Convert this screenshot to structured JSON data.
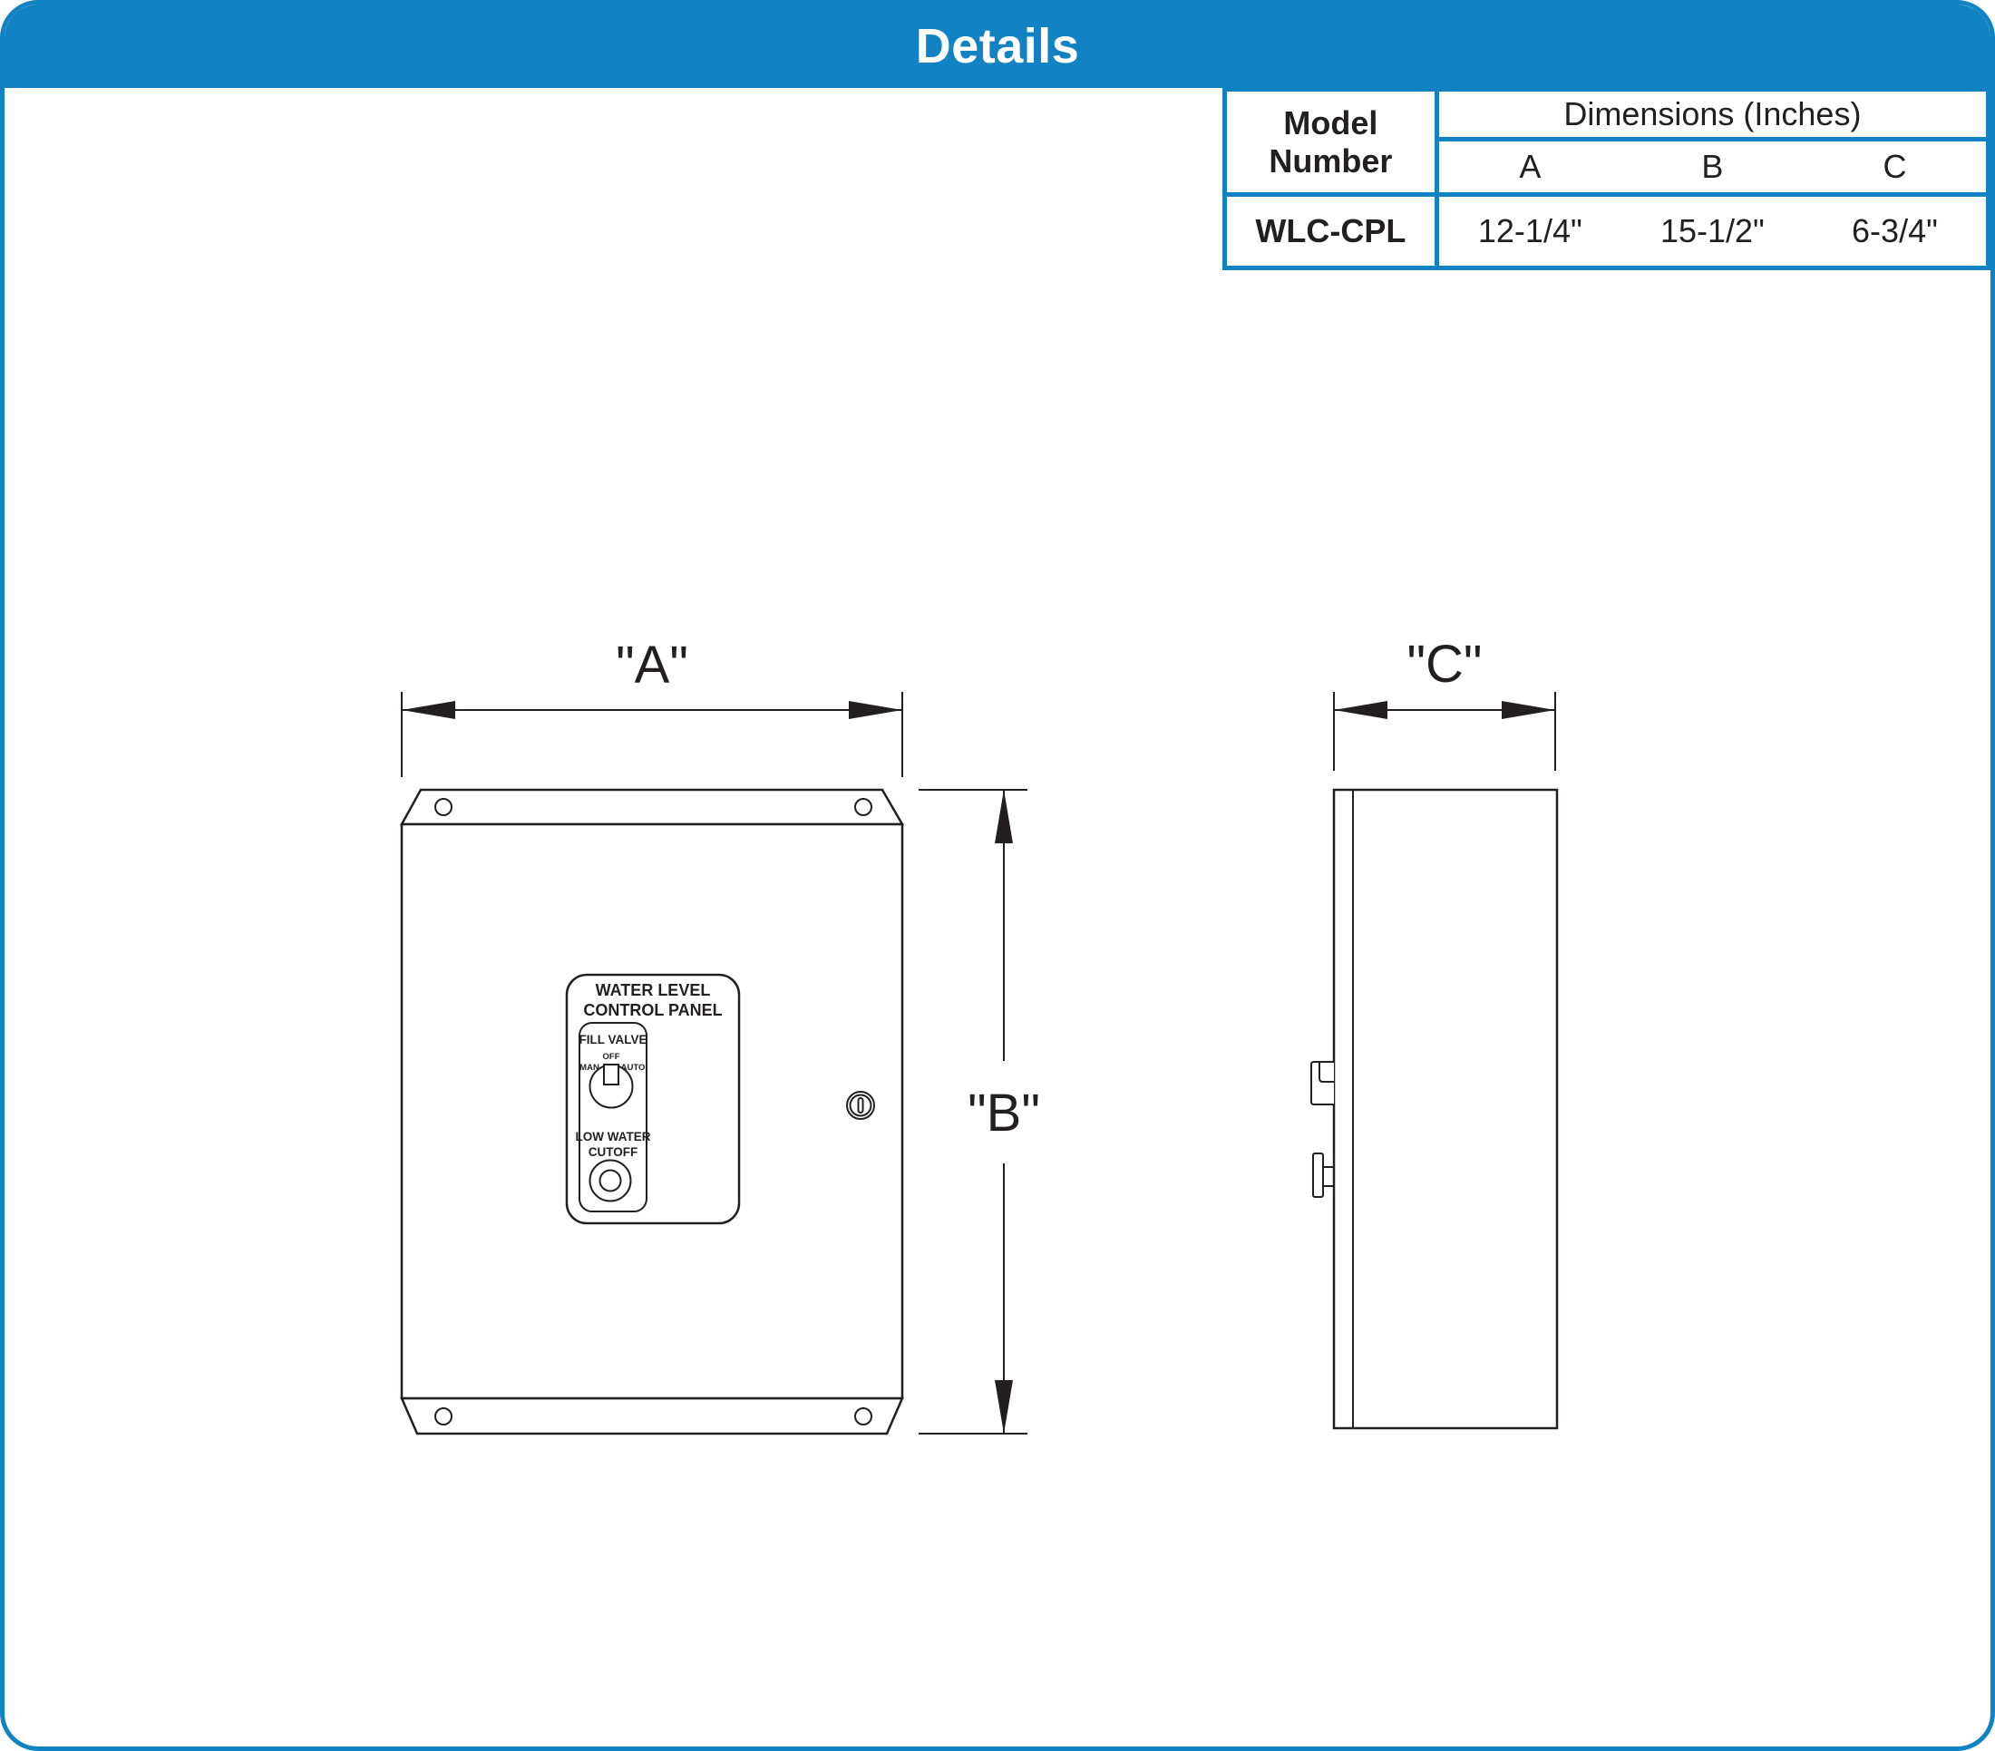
{
  "header": {
    "title": "Details"
  },
  "table": {
    "model_header": "Model Number",
    "dims_header": "Dimensions (Inches)",
    "columns": [
      "A",
      "B",
      "C"
    ],
    "row": {
      "model": "WLC-CPL",
      "values": [
        "12-1/4\"",
        "15-1/2\"",
        "6-3/4\""
      ]
    }
  },
  "drawing": {
    "dim_labels": {
      "a": "\"A\"",
      "b": "\"B\"",
      "c": "\"C\""
    },
    "panel": {
      "title_line1": "WATER LEVEL",
      "title_line2": "CONTROL PANEL",
      "fill_valve_label": "FILL VALVE",
      "knob": {
        "left": "MAN",
        "top": "OFF",
        "right": "AUTO"
      },
      "cutoff_line1": "LOW WATER",
      "cutoff_line2": "CUTOFF"
    }
  },
  "colors": {
    "accent_blue": "#1182c3",
    "line": "#231f20"
  }
}
